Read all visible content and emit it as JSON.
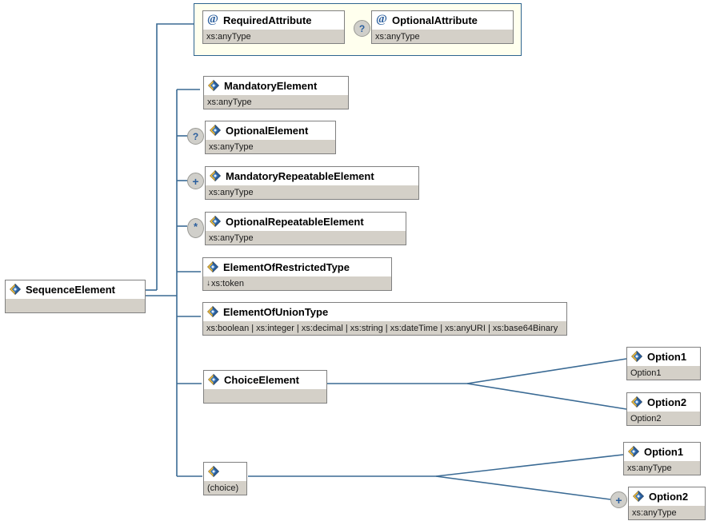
{
  "diagram": {
    "title": "SequenceElement schema diagram",
    "line_color": "#3a6a94",
    "attr_container_fill": "#ffffee",
    "attr_container_border": "#2e648f",
    "node_type_row_fill": "#d4d0c8",
    "node_border": "#808080",
    "marker_fill": "#d0cfca"
  },
  "root": {
    "name": "SequenceElement",
    "type": "",
    "icon": "element-icon",
    "marker": ""
  },
  "attributes": [
    {
      "name": "RequiredAttribute",
      "type": "xs:anyType",
      "icon": "attribute-icon",
      "marker": ""
    },
    {
      "name": "OptionalAttribute",
      "type": "xs:anyType",
      "icon": "attribute-icon",
      "marker": "?"
    }
  ],
  "elements": [
    {
      "name": "MandatoryElement",
      "type": "xs:anyType",
      "icon": "element-icon",
      "marker": ""
    },
    {
      "name": "OptionalElement",
      "type": "xs:anyType",
      "icon": "element-icon",
      "marker": "?"
    },
    {
      "name": "MandatoryRepeatableElement",
      "type": "xs:anyType",
      "icon": "element-icon",
      "marker": "+"
    },
    {
      "name": "OptionalRepeatableElement",
      "type": "xs:anyType",
      "icon": "element-icon",
      "marker": "*"
    },
    {
      "name": "ElementOfRestrictedType",
      "type": "xs:token",
      "type_prefix_glyph": "↓",
      "icon": "element-icon",
      "marker": ""
    },
    {
      "name": "ElementOfUnionType",
      "type": "xs:boolean | xs:integer | xs:decimal | xs:string | xs:dateTime | xs:anyURI | xs:base64Binary",
      "icon": "element-icon",
      "marker": ""
    },
    {
      "name": "ChoiceElement",
      "type": "",
      "icon": "element-icon",
      "marker": ""
    }
  ],
  "choice_group": {
    "label": "(choice)",
    "icon": "element-icon",
    "marker": ""
  },
  "choice_element_options": [
    {
      "name": "Option1",
      "type": "Option1",
      "icon": "element-icon",
      "marker": ""
    },
    {
      "name": "Option2",
      "type": "Option2",
      "icon": "element-icon",
      "marker": ""
    }
  ],
  "choice_group_options": [
    {
      "name": "Option1",
      "type": "xs:anyType",
      "icon": "element-icon",
      "marker": ""
    },
    {
      "name": "Option2",
      "type": "xs:anyType",
      "icon": "element-icon",
      "marker": "+"
    }
  ]
}
